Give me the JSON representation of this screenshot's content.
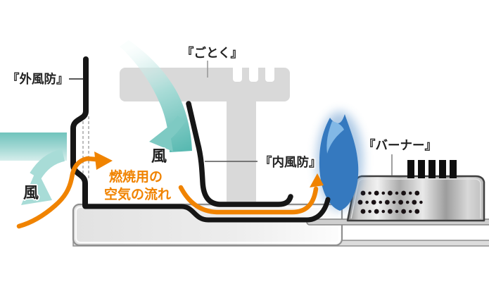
{
  "diagram": {
    "labels": {
      "outer_windscreen": "『外風防』",
      "trivet": "『ごとく』",
      "inner_windscreen": "『内風防』",
      "burner": "『バーナー』",
      "wind_left": "風",
      "wind_center": "風",
      "airflow_caption_line1": "燃焼用の",
      "airflow_caption_line2": "空気の流れ"
    },
    "colors": {
      "wind_teal_strong": "#58b9b1",
      "wind_teal_mid": "#a9dcd7",
      "wind_teal_light": "#d7eeec",
      "airflow_orange": "#f08300",
      "flame_blue": "#3579bf",
      "flame_blue_light": "#82b8e6",
      "outline_black": "#161616",
      "part_gray": "#d9d9d9",
      "text_dark": "#222222"
    }
  }
}
